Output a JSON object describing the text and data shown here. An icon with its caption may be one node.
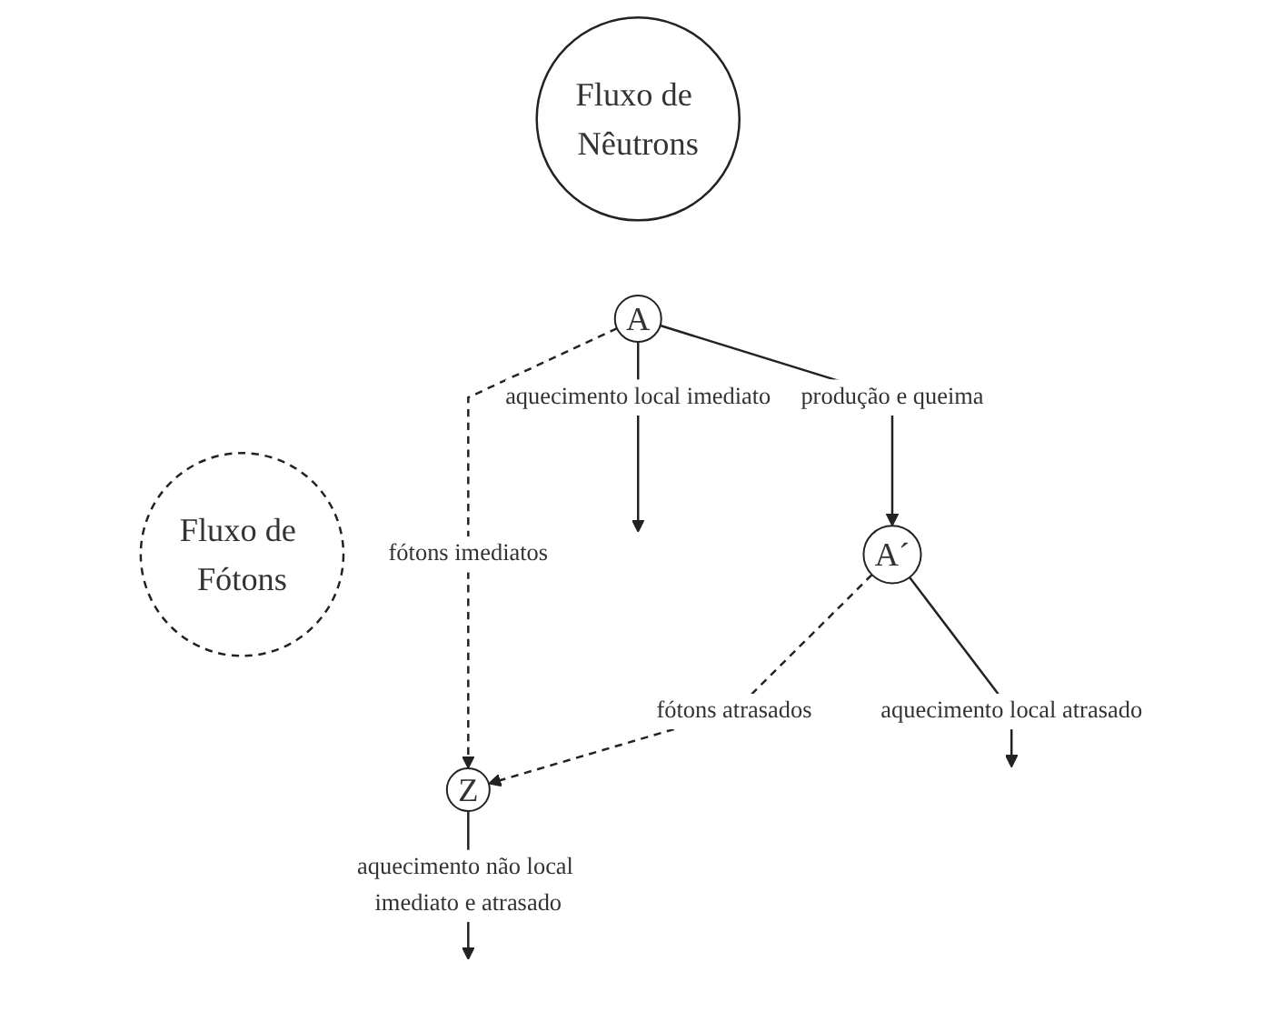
{
  "diagram": {
    "nodes": [
      {
        "text": [
          "Fluxo de Nêutrons"
        ]
      },
      {
        "text": [
          "Fluxo de Fótons"
        ]
      },
      {
        "text": [
          "A"
        ]
      },
      {
        "text": [
          "Z"
        ]
      },
      {
        "text": [
          "A´"
        ]
      }
    ],
    "edges": [
      {
        "from": 2,
        "to": 3,
        "arrow": "to",
        "label": "fótons imediatos",
        "style": "dashed"
      },
      {
        "from": 2,
        "to": 4,
        "arrow": "to",
        "label": "produção e queima"
      },
      {
        "from": 4,
        "to": 3,
        "arrow": "to",
        "label": "fótons atrasados",
        "style": "dashed"
      },
      {
        "from": 2,
        "to": null,
        "arrow": "to",
        "label": "aquecimento local imediato"
      },
      {
        "from": 4,
        "to": null,
        "arrow": "to",
        "label": "aquecimento local atrasado"
      },
      {
        "from": 3,
        "to": null,
        "arrow": "to",
        "label": "aquecimento não local imediato e atrasado"
      }
    ]
  }
}
